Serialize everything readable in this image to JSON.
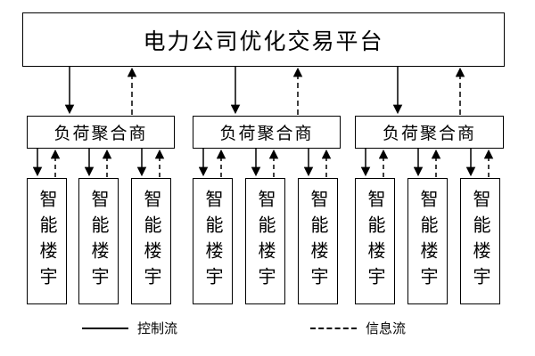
{
  "title": {
    "label": "电力公司优化交易平台"
  },
  "aggregators": [
    {
      "label": "负荷聚合商"
    },
    {
      "label": "负荷聚合商"
    },
    {
      "label": "负荷聚合商"
    }
  ],
  "buildings": [
    {
      "label": "智能楼宇"
    },
    {
      "label": "智能楼宇"
    },
    {
      "label": "智能楼宇"
    },
    {
      "label": "智能楼宇"
    },
    {
      "label": "智能楼宇"
    },
    {
      "label": "智能楼宇"
    },
    {
      "label": "智能楼宇"
    },
    {
      "label": "智能楼宇"
    },
    {
      "label": "智能楼宇"
    }
  ],
  "legend": {
    "control": "控制流",
    "info": "信息流"
  },
  "colors": {
    "line": "#000000",
    "border": "#000000",
    "background": "#ffffff"
  }
}
